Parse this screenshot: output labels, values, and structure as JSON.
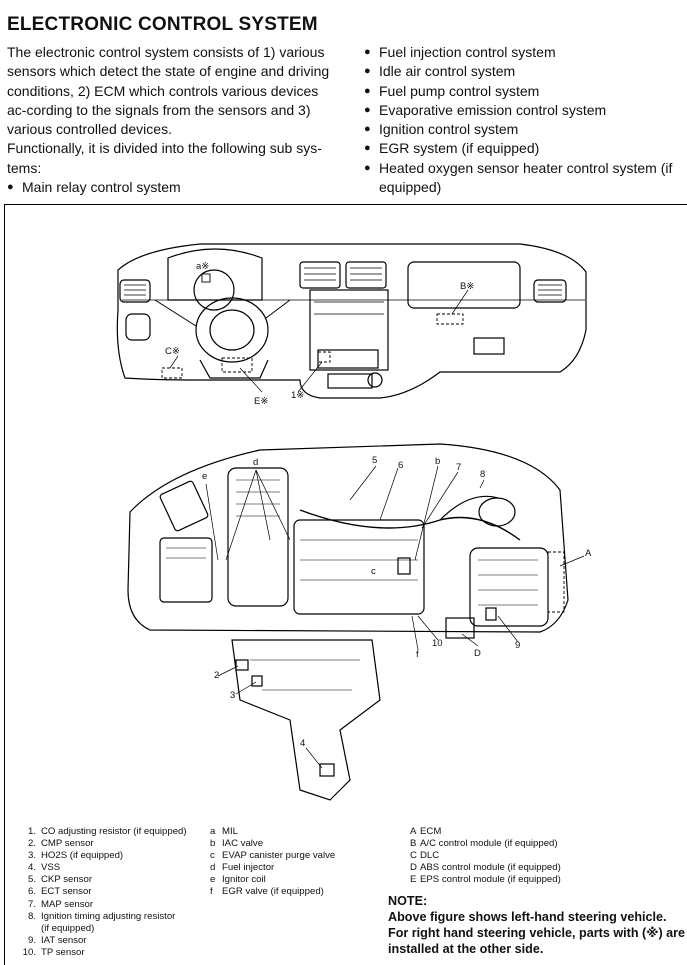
{
  "title": "ELECTRONIC CONTROL SYSTEM",
  "intro": {
    "paragraph1": "The electronic control system consists of 1) various sensors which detect the state of engine and driving conditions, 2) ECM which controls various devices ac-cording to the signals from the sensors and 3) various controlled devices.",
    "paragraph2": "Functionally, it is divided into the following sub sys-tems:"
  },
  "subsystems": [
    "Main relay control system",
    "Fuel injection control system",
    "Idle air control system",
    "Fuel pump control system",
    "Evaporative emission control system",
    "Ignition control system",
    "EGR system (if equipped)",
    "Heated oxygen sensor heater control system (if equipped)"
  ],
  "figure_labels": {
    "a_star": "a※",
    "b_star": "B※",
    "c_star": "C※",
    "e_star": "E※",
    "one_star": "1※",
    "d": "d",
    "e": "e",
    "b": "b",
    "c": "c",
    "f": "f",
    "A": "A",
    "D": "D",
    "n2": "2",
    "n3": "3",
    "n4": "4",
    "n5": "5",
    "n6": "6",
    "n7": "7",
    "n8": "8",
    "n9": "9",
    "n10": "10"
  },
  "legend_numbers": [
    {
      "key": "1.",
      "text": "CO adjusting resistor (if equipped)"
    },
    {
      "key": "2.",
      "text": "CMP sensor"
    },
    {
      "key": "3.",
      "text": "HO2S (if equipped)"
    },
    {
      "key": "4.",
      "text": "VSS"
    },
    {
      "key": "5.",
      "text": "CKP sensor"
    },
    {
      "key": "6.",
      "text": "ECT sensor"
    },
    {
      "key": "7.",
      "text": "MAP sensor"
    },
    {
      "key": "8.",
      "text": "Ignition timing adjusting resistor"
    },
    {
      "key": "",
      "text": "(if equipped)"
    },
    {
      "key": "9.",
      "text": "IAT sensor"
    },
    {
      "key": "10.",
      "text": "TP sensor"
    }
  ],
  "legend_letters": [
    {
      "key": "a",
      "text": "MIL"
    },
    {
      "key": "b",
      "text": "IAC valve"
    },
    {
      "key": "c",
      "text": "EVAP canister purge valve"
    },
    {
      "key": "d",
      "text": "Fuel injector"
    },
    {
      "key": "e",
      "text": "Ignitor coil"
    },
    {
      "key": "f",
      "text": "EGR valve (if equipped)"
    }
  ],
  "legend_capitals": [
    {
      "key": "A",
      "text": "ECM"
    },
    {
      "key": "B",
      "text": "A/C control module (if equipped)"
    },
    {
      "key": "C",
      "text": "DLC"
    },
    {
      "key": "D",
      "text": "ABS control module (if equipped)"
    },
    {
      "key": "E",
      "text": "EPS control module (if equipped)"
    }
  ],
  "note": {
    "title": "NOTE:",
    "text": "Above figure shows left-hand steering vehicle. For right hand steering vehicle, parts with (※) are installed at the other side."
  }
}
